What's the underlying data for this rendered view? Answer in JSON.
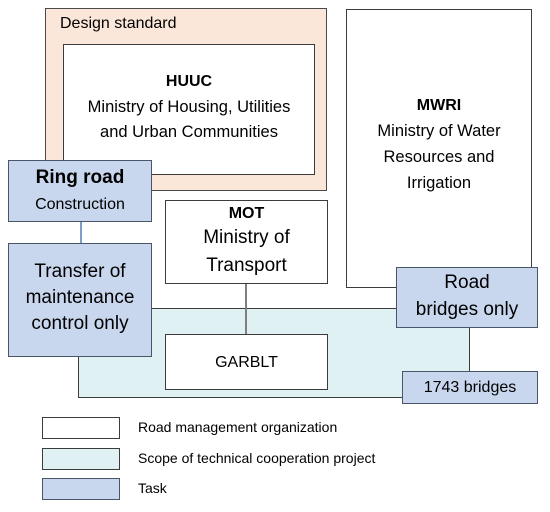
{
  "design_standard": {
    "label": "Design standard"
  },
  "huuc": {
    "abbr": "HUUC",
    "line1": "Ministry of Housing, Utilities",
    "line2": "and Urban Communities"
  },
  "mwri": {
    "abbr": "MWRI",
    "line1": "Ministry of Water",
    "line2": "Resources and",
    "line3": "Irrigation"
  },
  "ring_road": {
    "title": "Ring road",
    "subtitle": "Construction"
  },
  "mot": {
    "abbr": "MOT",
    "line1": "Ministry of",
    "line2": "Transport"
  },
  "transfer": {
    "line1": "Transfer of",
    "line2": "maintenance",
    "line3": "control only"
  },
  "road_bridges": {
    "line1": "Road",
    "line2": "bridges only"
  },
  "garblt": {
    "label": "GARBLT"
  },
  "bridges_count": {
    "label": "1743 bridges"
  },
  "legend": {
    "org": "Road management organization",
    "scope": "Scope of technical cooperation project",
    "task": "Task"
  },
  "colors": {
    "scope": "#dff1f2",
    "task": "#c9d7ee",
    "design": "#fbe7da",
    "org": "#ffffff"
  }
}
